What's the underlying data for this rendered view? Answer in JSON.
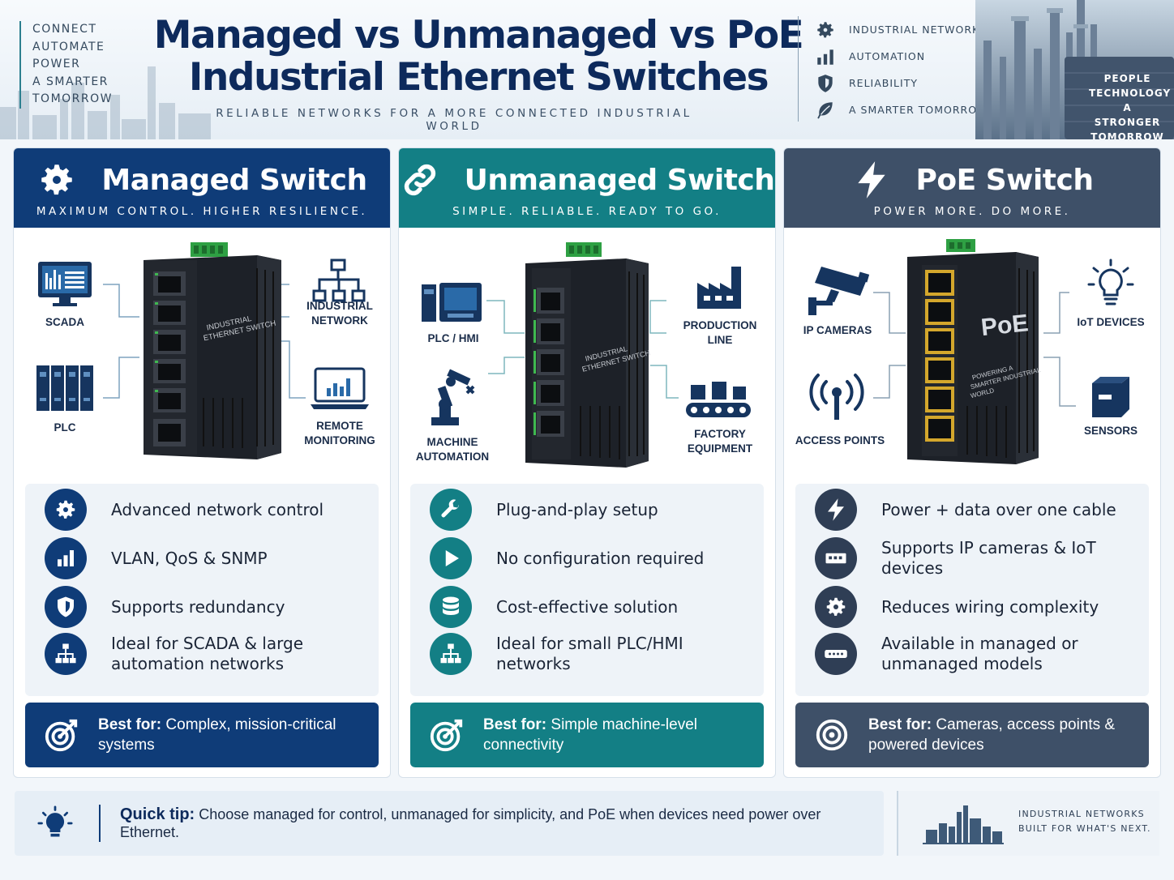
{
  "header": {
    "left_tagline": [
      "CONNECT",
      "AUTOMATE",
      "POWER",
      "A SMARTER",
      "TOMORROW"
    ],
    "title_line1": "Managed vs Unmanaged vs PoE",
    "title_line2": "Industrial Ethernet Switches",
    "subtitle": "RELIABLE NETWORKS FOR A MORE CONNECTED INDUSTRIAL WORLD",
    "right_items": [
      {
        "icon": "gear-icon",
        "label": "INDUSTRIAL NETWORKS"
      },
      {
        "icon": "bar-chart-icon",
        "label": "AUTOMATION"
      },
      {
        "icon": "shield-icon",
        "label": "RELIABILITY"
      },
      {
        "icon": "leaf-icon",
        "label": "A SMARTER TOMORROW"
      }
    ],
    "factory_text": [
      "PEOPLE",
      "TECHNOLOGY",
      "A STRONGER",
      "TOMORROW"
    ]
  },
  "columns": [
    {
      "title": "Managed Switch",
      "tagline": "MAXIMUM CONTROL. HIGHER RESILIENCE.",
      "header_icon": "gear-icon",
      "accent": "#0f3c78",
      "device_text": [
        "INDUSTRIAL",
        "ETHERNET SWITCH"
      ],
      "devices": {
        "top_left": "SCADA",
        "bottom_left": "PLC",
        "top_right": [
          "INDUSTRIAL",
          "NETWORK"
        ],
        "bottom_right": [
          "REMOTE",
          "MONITORING"
        ]
      },
      "features": [
        {
          "icon": "gear-icon",
          "text": "Advanced network control"
        },
        {
          "icon": "bar-chart-icon",
          "text": "VLAN, QoS & SNMP"
        },
        {
          "icon": "shield-icon",
          "text": "Supports redundancy"
        },
        {
          "icon": "network-icon",
          "text": "Ideal for SCADA & large automation networks"
        }
      ],
      "best_label": "Best for:",
      "best_text": "Complex, mission-critical systems"
    },
    {
      "title": "Unmanaged Switch",
      "tagline": "SIMPLE. RELIABLE. READY TO GO.",
      "header_icon": "link-icon",
      "accent": "#137f85",
      "device_text": [
        "INDUSTRIAL",
        "ETHERNET SWITCH"
      ],
      "devices": {
        "top_left": "PLC / HMI",
        "bottom_left": [
          "MACHINE",
          "AUTOMATION"
        ],
        "top_right": [
          "PRODUCTION",
          "LINE"
        ],
        "bottom_right": [
          "FACTORY",
          "EQUIPMENT"
        ]
      },
      "features": [
        {
          "icon": "wrench-icon",
          "text": "Plug-and-play setup"
        },
        {
          "icon": "play-icon",
          "text": "No configuration required"
        },
        {
          "icon": "database-icon",
          "text": "Cost-effective solution"
        },
        {
          "icon": "network-icon",
          "text": "Ideal for small PLC/HMI networks"
        }
      ],
      "best_label": "Best for:",
      "best_text": "Simple machine-level connectivity"
    },
    {
      "title": "PoE Switch",
      "tagline": "POWER MORE. DO MORE.",
      "header_icon": "lightning-icon",
      "accent": "#3e5068",
      "device_text": [
        "PoE",
        "POWERING A",
        "SMARTER INDUSTRIAL",
        "WORLD"
      ],
      "devices": {
        "top_left": "IP CAMERAS",
        "bottom_left": "ACCESS POINTS",
        "top_right": "IoT DEVICES",
        "bottom_right": "SENSORS"
      },
      "features": [
        {
          "icon": "lightning-icon",
          "text": "Power + data over one cable"
        },
        {
          "icon": "switch-icon",
          "text": "Supports IP cameras & IoT devices"
        },
        {
          "icon": "gear-icon",
          "text": "Reduces wiring complexity"
        },
        {
          "icon": "router-icon",
          "text": "Available in managed or unmanaged models"
        }
      ],
      "best_label": "Best for:",
      "best_text": "Cameras, access points & powered devices"
    }
  ],
  "tip": {
    "label": "Quick tip:",
    "text": "Choose managed for control, unmanaged for simplicity, and PoE when devices need power over Ethernet."
  },
  "footer_right": [
    "INDUSTRIAL NETWORKS",
    "BUILT FOR WHAT'S NEXT."
  ]
}
